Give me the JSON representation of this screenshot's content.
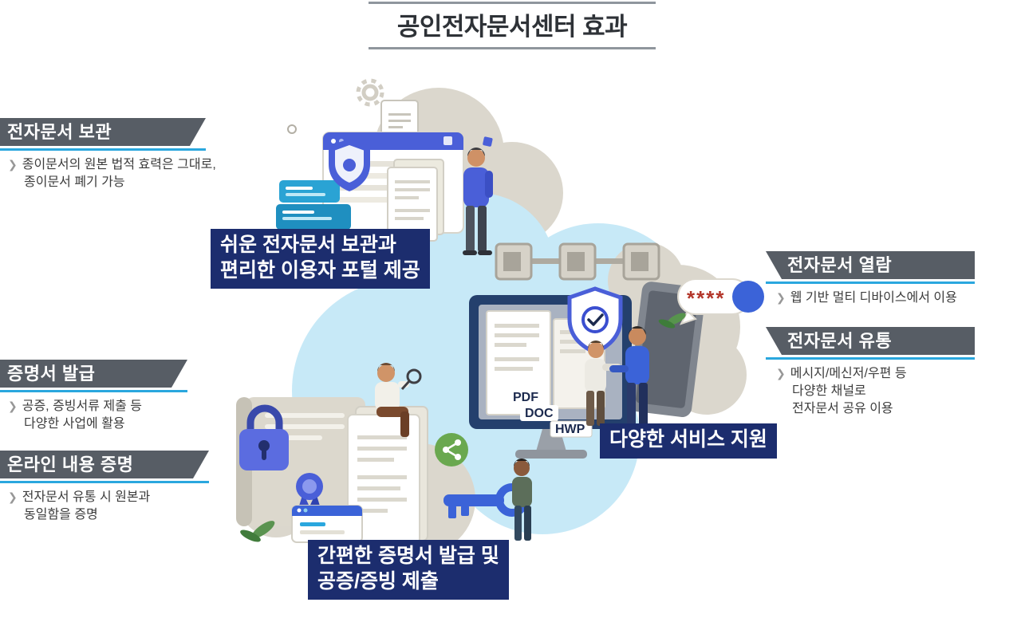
{
  "title": "공인전자문서센터 효과",
  "bullet": "❯",
  "colors": {
    "banner_background": "#575d65",
    "banner_underline": "#2aa7de",
    "caption_background": "#1c2d6e",
    "cloud_blue": "#c7e9f7",
    "cloud_beige": "#dbd7cd",
    "accent_blue": "#4a5fd8",
    "asterisk_red": "#b3362a"
  },
  "left_sections": [
    {
      "label": "전자문서 보관",
      "lines": [
        "종이문서의 원본 법적 효력은 그대로,",
        "종이문서 폐기 가능"
      ]
    },
    {
      "label": "증명서 발급",
      "lines": [
        "공증, 증빙서류 제출 등",
        "다양한 사업에 활용"
      ]
    },
    {
      "label": "온라인 내용 증명",
      "lines": [
        "전자문서 유통 시 원본과",
        "동일함을 증명"
      ]
    }
  ],
  "right_sections": [
    {
      "label": "전자문서 열람",
      "lines": [
        "웹 기반 멀티 디바이스에서 이용"
      ]
    },
    {
      "label": "전자문서 유통",
      "lines": [
        "메시지/메신저/우편 등",
        "다양한 채널로",
        "전자문서 공유 이용"
      ]
    }
  ],
  "captions": [
    {
      "lines": [
        "쉬운 전자문서 보관과",
        "편리한 이용자 포털 제공"
      ]
    },
    {
      "lines": [
        "다양한 서비스 지원"
      ]
    },
    {
      "lines": [
        "간편한 증명서 발급 및",
        "공증/증빙 제출"
      ]
    }
  ],
  "illustration": {
    "file_labels": [
      "PDF",
      "DOC",
      "HWP"
    ],
    "password_mask": "****"
  }
}
